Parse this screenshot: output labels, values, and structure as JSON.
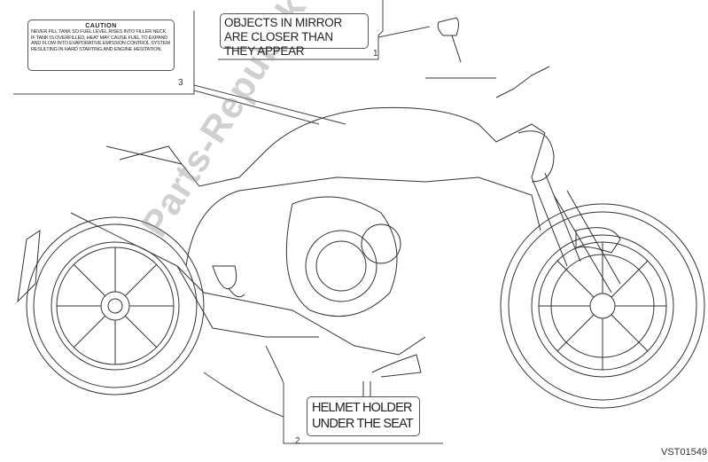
{
  "labels": {
    "caution": {
      "heading": "CAUTION",
      "body": "NEVER FILL TANK SO FUEL LEVEL RISES INTO FILLER NECK. IF TANK IS OVERFILLED, HEAT MAY CAUSE FUEL TO EXPAND AND FLOW INTO EVAPORATIVE EMISSION CONTROL SYSTEM RESULTING IN HARD STARTING AND ENGINE HESITATION.",
      "number": "3"
    },
    "mirror": {
      "text": "OBJECTS IN MIRROR ARE CLOSER THAN THEY APPEAR",
      "number": "1"
    },
    "helmet": {
      "text": "HELMET HOLDER UNDER THE SEAT",
      "number": "2"
    }
  },
  "drawing_code": "VST01549",
  "watermark": "Parts-Republik"
}
